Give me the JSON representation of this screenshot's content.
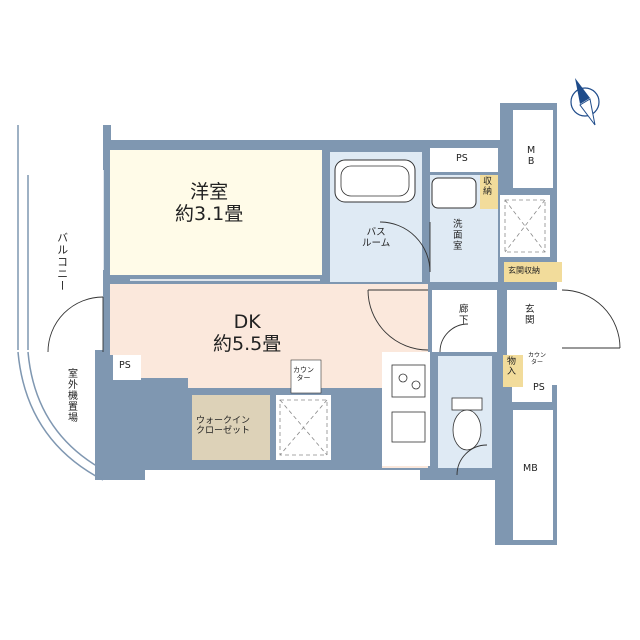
{
  "rooms": {
    "western_room": {
      "name": "洋室",
      "size": "約3.1畳"
    },
    "dk": {
      "name": "DK",
      "size": "約5.5畳"
    },
    "bath": {
      "label": "バス\nルーム"
    },
    "washroom": {
      "label": "洗\n面\n室"
    },
    "hallway": {
      "label": "廊\n下"
    },
    "entrance": {
      "label": "玄\n関"
    },
    "walk_in_closet": {
      "label": "ウォークイン\nクローゼット"
    },
    "balcony": {
      "label": "バルコニー"
    },
    "outdoor_unit": {
      "label": "室外機置場"
    }
  },
  "storage": {
    "shuno": "収\n納",
    "genkan_shuno": "玄関収納",
    "monoire": "物\n入"
  },
  "counters": {
    "dk_counter": "カウン\nター",
    "entrance_counter": "カウン\nター"
  },
  "shafts": {
    "ps_top": "PS",
    "ps_left": "PS",
    "ps_right": "PS",
    "mb_top": "M\nB",
    "mb_bottom": "MB"
  },
  "colors": {
    "wall": "#7f97b1",
    "dk_floor": "#fbe8dc",
    "wet_floor": "#dfeaf4",
    "closet": "#ddd2b8",
    "storage": "#f2dc9b",
    "accent": "#1e4b8a"
  },
  "icons": [
    "compass-icon"
  ]
}
